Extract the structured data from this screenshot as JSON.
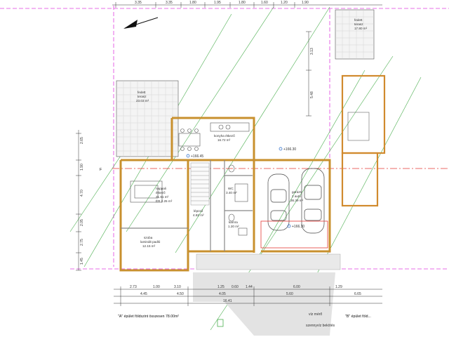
{
  "plan": {
    "dims_top": [
      "3.35",
      "3.35",
      "1.80",
      "1.95",
      "1.80",
      "1.60",
      "1.20",
      "1.90"
    ],
    "dims_bottom_1": [
      "2.73",
      "1.00",
      "3.10",
      "1.25",
      "0.60",
      "1.44",
      "6.00",
      "1.29"
    ],
    "dims_bottom_2": [
      "4.45",
      "4.50",
      "4.05",
      "5.60",
      "6.65"
    ],
    "dims_bottom_total": "16.41",
    "dims_left": [
      "2.65",
      "1.90",
      "4.70",
      "2.05",
      "2.75",
      "1.45"
    ],
    "dims_right": [
      "3.13",
      "5.48"
    ],
    "rooms": {
      "terasz_left": [
        "fedett",
        "terasz",
        "23.03 m²"
      ],
      "terasz_right": [
        "fedett",
        "terasz",
        "17.80 m²"
      ],
      "konyha": [
        "konyha étkező",
        "16.72 m²"
      ],
      "nappali": [
        "nappali",
        "étkező",
        "21.61 m²",
        "ÉR 2.25 m²"
      ],
      "szoba": [
        "szoba",
        "laminált padló",
        "12.15 m²"
      ],
      "garazs": [
        "garázs",
        "2 autó",
        "36.39 m²"
      ],
      "wc": [
        "WC",
        "3.40 m²"
      ],
      "kamra": [
        "kamra",
        "1.20 m²"
      ],
      "lepcso": [
        "lépcső",
        "4.82 m²"
      ]
    },
    "levels": [
      "+166.45",
      "+166.30",
      "+166.30"
    ],
    "axis_label": "F",
    "footer_left": "\"A\" épület földszint összesen 78.00m²",
    "footer_right": "\"B\" épület föld...",
    "footer_mid_1": "víz mérő",
    "footer_mid_2": "szennyvíz bekötés"
  }
}
